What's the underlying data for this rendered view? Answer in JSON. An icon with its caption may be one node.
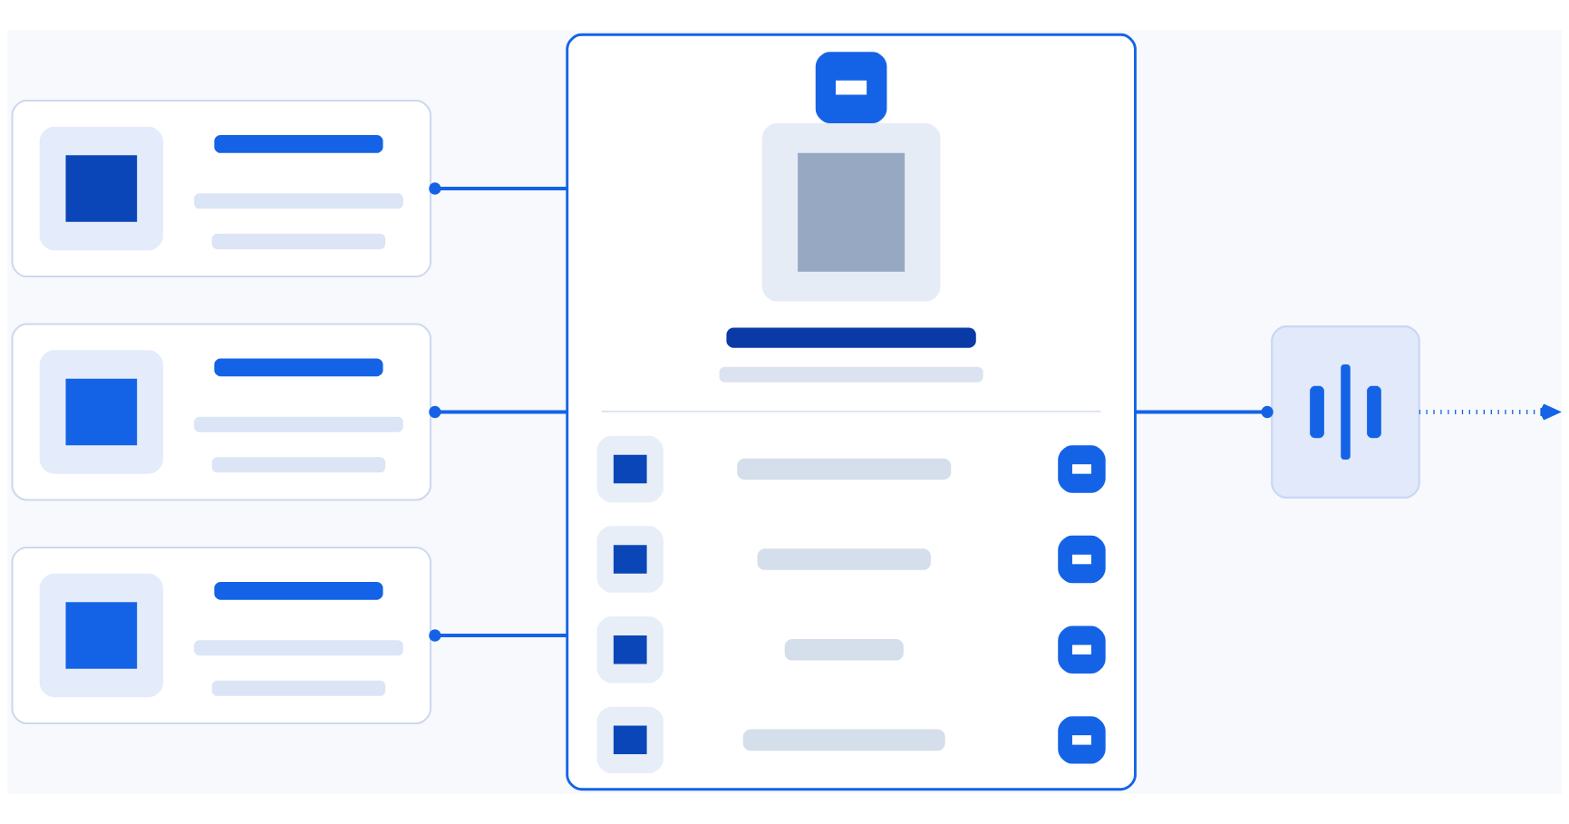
{
  "diagram": {
    "nodes": [
      {
        "text": [],
        "shape": "box"
      },
      {
        "text": [],
        "shape": "box"
      },
      {
        "text": [],
        "shape": "box"
      },
      {
        "text": [],
        "shape": "box"
      },
      {
        "text": [],
        "shape": "box"
      }
    ],
    "edges": [
      {
        "from": 0,
        "to": 3,
        "arrow": "other"
      },
      {
        "from": 1,
        "to": 3,
        "arrow": "other"
      },
      {
        "from": 2,
        "to": 3,
        "arrow": "other"
      },
      {
        "from": 3,
        "to": 4,
        "arrow": "other"
      },
      {
        "from": 4,
        "to": null,
        "arrow": "to",
        "style": "dashed"
      }
    ]
  }
}
